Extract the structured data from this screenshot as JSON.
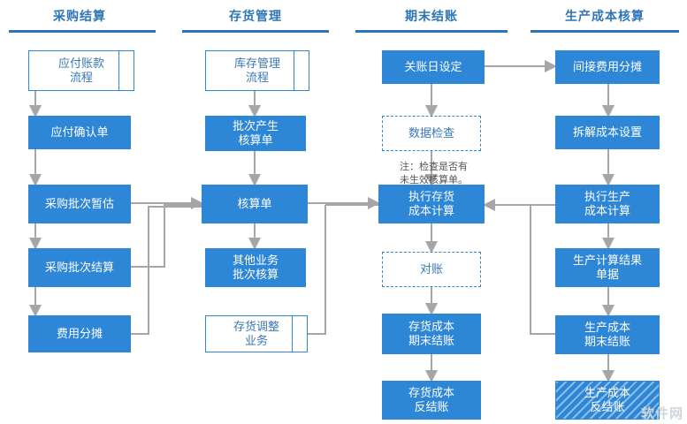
{
  "diagram": {
    "title_row": [
      {
        "label": "采购结算"
      },
      {
        "label": "存货管理"
      },
      {
        "label": "期末结账"
      },
      {
        "label": "生产成本核算"
      }
    ],
    "note": "注：检查是否有\n未生效核算单。",
    "watermark": "软件网",
    "colors": {
      "accent": "#2e86d6",
      "title": "#2e75b6",
      "outline_text": "#3a78b5",
      "connector": "#a6a6a6",
      "white": "#ffffff"
    },
    "columns": [
      {
        "name": "采购结算",
        "nodes": [
          {
            "id": "c1n1",
            "label": "应付账款\n流程",
            "style": "outline-tick"
          },
          {
            "id": "c1n2",
            "label": "应付确认单",
            "style": "solid"
          },
          {
            "id": "c1n3",
            "label": "采购批次暂估",
            "style": "solid"
          },
          {
            "id": "c1n4",
            "label": "采购批次结算",
            "style": "solid"
          },
          {
            "id": "c1n5",
            "label": "费用分摊",
            "style": "solid"
          }
        ]
      },
      {
        "name": "存货管理",
        "nodes": [
          {
            "id": "c2n1",
            "label": "库存管理\n流程",
            "style": "outline-tick"
          },
          {
            "id": "c2n2",
            "label": "批次产生\n核算单",
            "style": "solid"
          },
          {
            "id": "c2n3",
            "label": "核算单",
            "style": "solid"
          },
          {
            "id": "c2n4",
            "label": "其他业务\n批次核算",
            "style": "solid"
          },
          {
            "id": "c2n5",
            "label": "存货调整\n业务",
            "style": "outline-tick"
          }
        ]
      },
      {
        "name": "期末结账",
        "nodes": [
          {
            "id": "c3n1",
            "label": "关账日设定",
            "style": "solid"
          },
          {
            "id": "c3n2",
            "label": "数据检查",
            "style": "dashed"
          },
          {
            "id": "c3n3",
            "label": "执行存货\n成本计算",
            "style": "solid"
          },
          {
            "id": "c3n4",
            "label": "对账",
            "style": "dashed"
          },
          {
            "id": "c3n5",
            "label": "存货成本\n期末结账",
            "style": "solid"
          },
          {
            "id": "c3n6",
            "label": "存货成本\n反结账",
            "style": "solid"
          }
        ]
      },
      {
        "name": "生产成本核算",
        "nodes": [
          {
            "id": "c4n1",
            "label": "间接费用分摊",
            "style": "solid"
          },
          {
            "id": "c4n2",
            "label": "拆解成本设置",
            "style": "solid"
          },
          {
            "id": "c4n3",
            "label": "执行生产\n成本计算",
            "style": "solid"
          },
          {
            "id": "c4n4",
            "label": "生产计算结果\n单据",
            "style": "solid"
          },
          {
            "id": "c4n5",
            "label": "生产成本\n期末结账",
            "style": "solid"
          },
          {
            "id": "c4n6",
            "label": "生产成本\n反结账",
            "style": "hatch"
          }
        ]
      }
    ]
  }
}
